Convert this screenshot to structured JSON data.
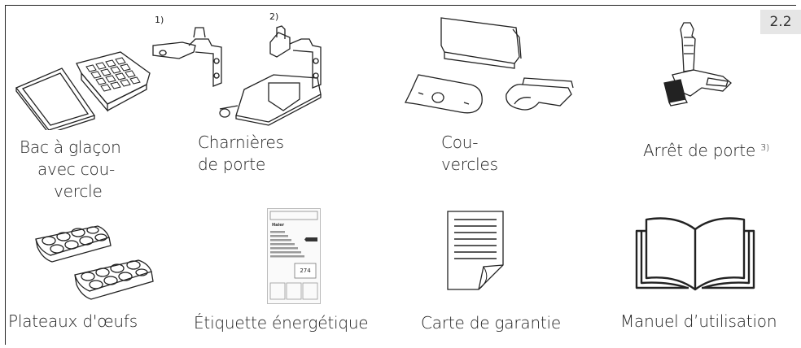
{
  "section_number": "2.2",
  "notes": {
    "hinge_a": "1)",
    "hinge_b": "2)"
  },
  "items": [
    {
      "icon": "ice-tray-icon",
      "label_lines": [
        "Bac à glaçon",
        "avec cou-",
        "vercle"
      ]
    },
    {
      "icon": "door-hinges-icon",
      "label_lines": [
        "Charnières",
        "de porte"
      ]
    },
    {
      "icon": "covers-icon",
      "label_lines": [
        "Cou-",
        "vercles"
      ]
    },
    {
      "icon": "door-stop-icon",
      "label": "Arrêt de porte",
      "label_sup": "3)"
    },
    {
      "icon": "egg-trays-icon",
      "label": "Plateaux d'œufs"
    },
    {
      "icon": "energy-label-icon",
      "label": "Étiquette énergétique",
      "energy_label": {
        "brand": "Haier",
        "value": "274"
      }
    },
    {
      "icon": "warranty-card-icon",
      "label": "Carte de garantie"
    },
    {
      "icon": "user-manual-icon",
      "label": "Manuel d’utilisation"
    }
  ]
}
